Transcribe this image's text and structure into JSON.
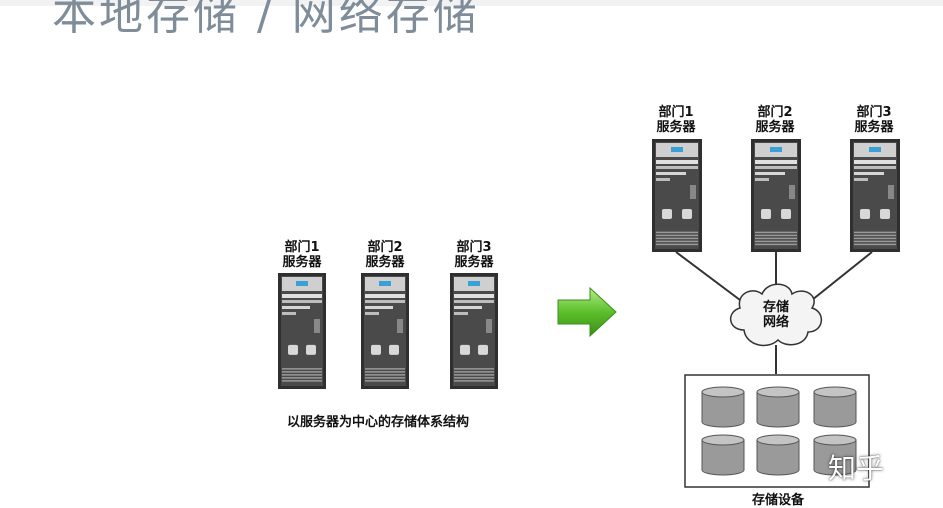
{
  "slide": {
    "title": "本地存储 / 网络存储"
  },
  "left_diagram": {
    "servers": [
      {
        "line1": "部门1",
        "line2": "服务器"
      },
      {
        "line1": "部门2",
        "line2": "服务器"
      },
      {
        "line1": "部门3",
        "line2": "服务器"
      }
    ],
    "caption": "以服务器为中心的存储体系结构"
  },
  "right_diagram": {
    "servers": [
      {
        "line1": "部门1",
        "line2": "服务器"
      },
      {
        "line1": "部门2",
        "line2": "服务器"
      },
      {
        "line1": "部门3",
        "line2": "服务器"
      }
    ],
    "cloud": {
      "line1": "存储",
      "line2": "网络"
    },
    "storage_label": "存储设备",
    "disk_count": 6
  },
  "colors": {
    "arrow": "#5cbf2a",
    "server_body": "#4a4a4a",
    "disk": "#9a9a9a",
    "title": "#7f8c9a"
  },
  "watermark": "知乎"
}
